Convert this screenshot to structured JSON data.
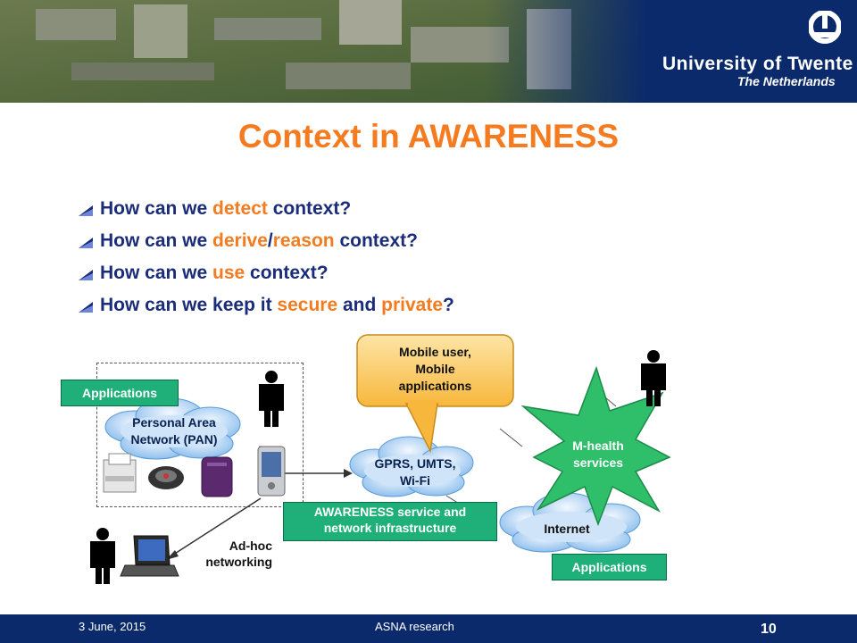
{
  "header": {
    "university": "University of Twente",
    "country": "The Netherlands"
  },
  "slide": {
    "title": "Context in AWARENESS",
    "bullets": [
      {
        "pre": "How can we ",
        "h1": "detect",
        "mid": " context?",
        "h2": "",
        "post": ""
      },
      {
        "pre": "How can we ",
        "h1": "derive",
        "mid": "/",
        "h2": "reason",
        "post": " context?"
      },
      {
        "pre": "How can we ",
        "h1": "use",
        "mid": " context?",
        "h2": "",
        "post": ""
      },
      {
        "pre": "How can we keep it ",
        "h1": "secure",
        "mid": " and ",
        "h2": "private",
        "post": "?"
      }
    ]
  },
  "diagram": {
    "applications_left": "Applications",
    "pan_label_1": "Personal Area",
    "pan_label_2": "Network (PAN)",
    "callout_1": "Mobile user,",
    "callout_2": "Mobile",
    "callout_3": "applications",
    "gprs_1": "GPRS, UMTS,",
    "gprs_2": "Wi-Fi",
    "mhealth_1": "M-health",
    "mhealth_2": "services",
    "awareness_1": "AWARENESS service and",
    "awareness_2": "network infrastructure",
    "internet": "Internet",
    "applications_right": "Applications",
    "adhoc_1": "Ad-hoc",
    "adhoc_2": "networking"
  },
  "footer": {
    "date": "3 June, 2015",
    "center": "ASNA research",
    "page": "10"
  },
  "colors": {
    "accent": "#f47b20",
    "navy": "#0b2a6b",
    "bullet_text": "#1b2c78",
    "green_box": "#1fb07a",
    "starburst": "#2fbf6a",
    "callout": "#fbc75a",
    "cloud": "#7fb6ea"
  }
}
